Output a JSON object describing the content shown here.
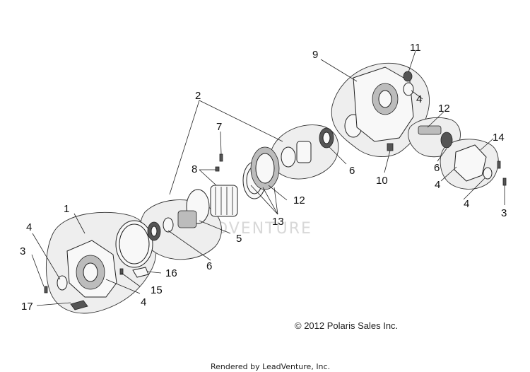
{
  "callouts": [
    "1",
    "2",
    "3",
    "3",
    "4",
    "4",
    "4",
    "4",
    "4",
    "5",
    "6",
    "6",
    "6",
    "7",
    "8",
    "9",
    "10",
    "11",
    "12",
    "12",
    "13",
    "14",
    "15",
    "16",
    "17"
  ],
  "copyright": "© 2012 Polaris Sales Inc.",
  "footer": "Rendered by LeadVenture, Inc.",
  "watermark": "LEADVENTURE"
}
